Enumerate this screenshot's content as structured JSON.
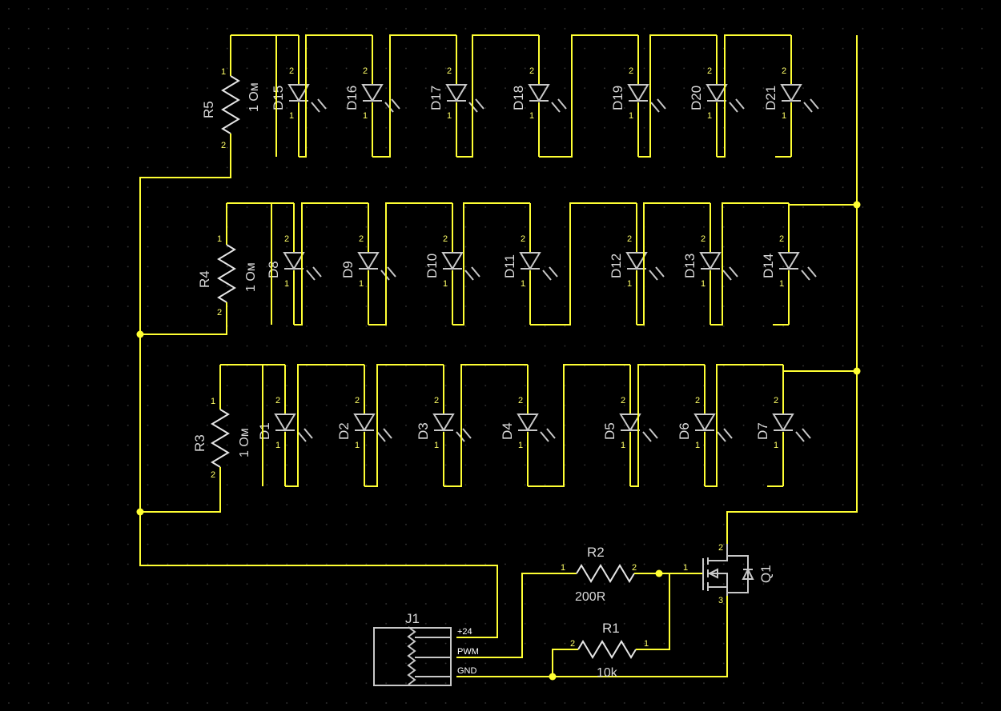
{
  "colors": {
    "background": "#000000",
    "wire": "#ffff33",
    "part": "#c8c8c8",
    "grid": "#333333"
  },
  "resistors": {
    "R5": {
      "ref": "R5",
      "value": "1 Ом"
    },
    "R4": {
      "ref": "R4",
      "value": "1 Ом"
    },
    "R3": {
      "ref": "R3",
      "value": "1 Ом"
    },
    "R2": {
      "ref": "R2",
      "value": "200R"
    },
    "R1": {
      "ref": "R1",
      "value": "10k"
    }
  },
  "rows": {
    "top": [
      "D15",
      "D16",
      "D17",
      "D18",
      "D19",
      "D20",
      "D21"
    ],
    "middle": [
      "D8",
      "D9",
      "D10",
      "D11",
      "D12",
      "D13",
      "D14"
    ],
    "bottom": [
      "D1",
      "D2",
      "D3",
      "D4",
      "D5",
      "D6",
      "D7"
    ]
  },
  "transistor": {
    "ref": "Q1"
  },
  "connector": {
    "ref": "J1",
    "pins": [
      "+24",
      "PWM",
      "GND"
    ]
  },
  "pin_labels": {
    "one": "1",
    "two": "2",
    "three": "3"
  }
}
